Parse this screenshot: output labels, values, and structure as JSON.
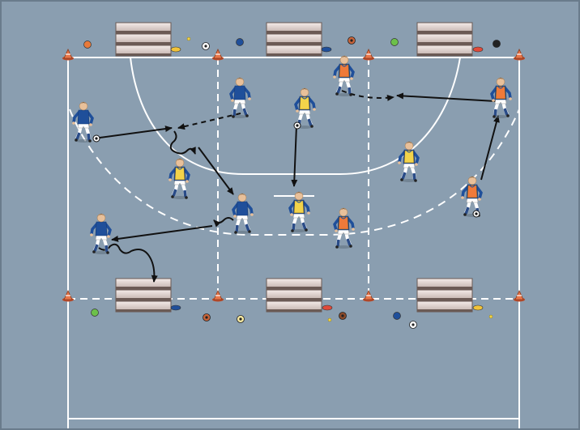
{
  "diagram": {
    "kind": "handball training drill",
    "colors": {
      "court": "#8a9eb0",
      "court_border": "#6a7c8c",
      "lines": "#ffffff",
      "bench_light": "#e6dcd6",
      "bench_dark": "#6b5a55",
      "blue_kit": "#1f4f9a",
      "bib_yellow": "#f2d34a",
      "bib_orange": "#ef7a3a",
      "skin": "#e8c09a",
      "shorts": "#ffffff",
      "socks": "#2a4c88",
      "arrow": "#111111",
      "cone": "#e8764a"
    },
    "players": [
      {
        "id": "p1",
        "kit": "blue",
        "bib": "none",
        "has_ball": true
      },
      {
        "id": "p2",
        "kit": "blue",
        "bib": "none",
        "has_ball": false
      },
      {
        "id": "p3",
        "kit": "blue",
        "bib": "yellow",
        "has_ball": true
      },
      {
        "id": "p4",
        "kit": "blue",
        "bib": "orange",
        "has_ball": false
      },
      {
        "id": "p5",
        "kit": "blue",
        "bib": "orange",
        "has_ball": false
      },
      {
        "id": "p6",
        "kit": "blue",
        "bib": "yellow",
        "has_ball": false
      },
      {
        "id": "p7",
        "kit": "blue",
        "bib": "yellow",
        "has_ball": false
      },
      {
        "id": "p8",
        "kit": "blue",
        "bib": "none",
        "has_ball": false
      },
      {
        "id": "p9",
        "kit": "blue",
        "bib": "yellow",
        "has_ball": false
      },
      {
        "id": "p10",
        "kit": "blue",
        "bib": "orange",
        "has_ball": false
      },
      {
        "id": "p11",
        "kit": "blue",
        "bib": "orange",
        "has_ball": true
      },
      {
        "id": "p12",
        "kit": "blue",
        "bib": "none",
        "has_ball": false
      }
    ],
    "benches": [
      "top-left",
      "top-center",
      "top-right",
      "bottom-left",
      "bottom-center",
      "bottom-right"
    ],
    "equipment": {
      "cones": 8,
      "balls": 13,
      "markers": 8
    },
    "arrow_types": [
      "pass",
      "run",
      "dribble"
    ]
  }
}
